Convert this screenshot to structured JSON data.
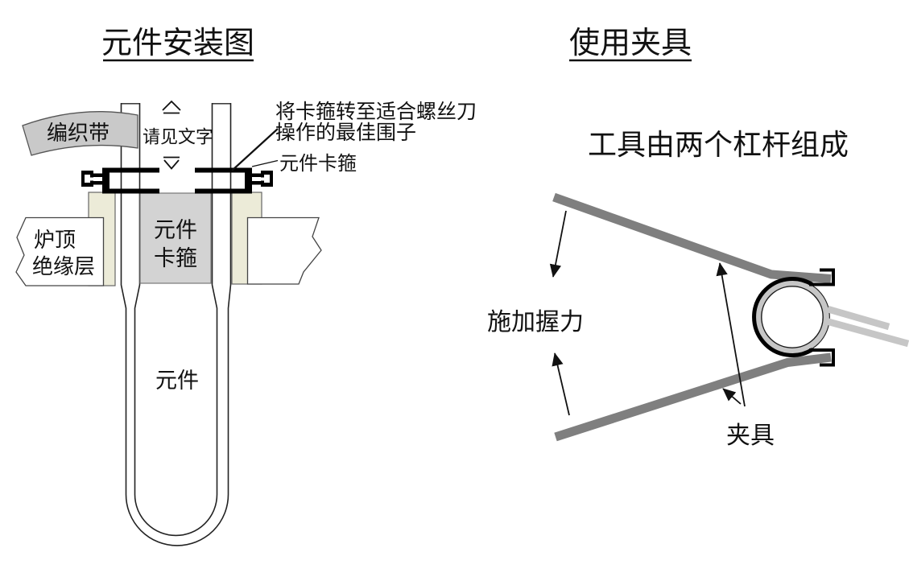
{
  "left_panel": {
    "title": "元件安装图",
    "labels": {
      "braided_strap": "编织带",
      "see_text": "请见文字",
      "rotate_note_line1": "将卡箍转至适合螺丝刀",
      "rotate_note_line2": "操作的最佳围子",
      "element_clamp": "元件卡箍",
      "insulation_line1": "炉顶",
      "insulation_line2": "绝缘层",
      "clamp_box_line1": "元件",
      "clamp_box_line2": "卡箍",
      "element": "元件"
    }
  },
  "right_panel": {
    "title": "使用夹具",
    "labels": {
      "tool_note": "工具由两个杠杆组成",
      "apply_grip": "施加握力",
      "clamp_tool": "夹具"
    }
  },
  "colors": {
    "lever_gray": "#7f7f7f",
    "band_gray": "#c6c6c6",
    "strap_gray": "#c9c9c9",
    "box_gray": "#d3d3d3",
    "insulation_beige": "#ecebd8",
    "line_black": "#111111"
  }
}
